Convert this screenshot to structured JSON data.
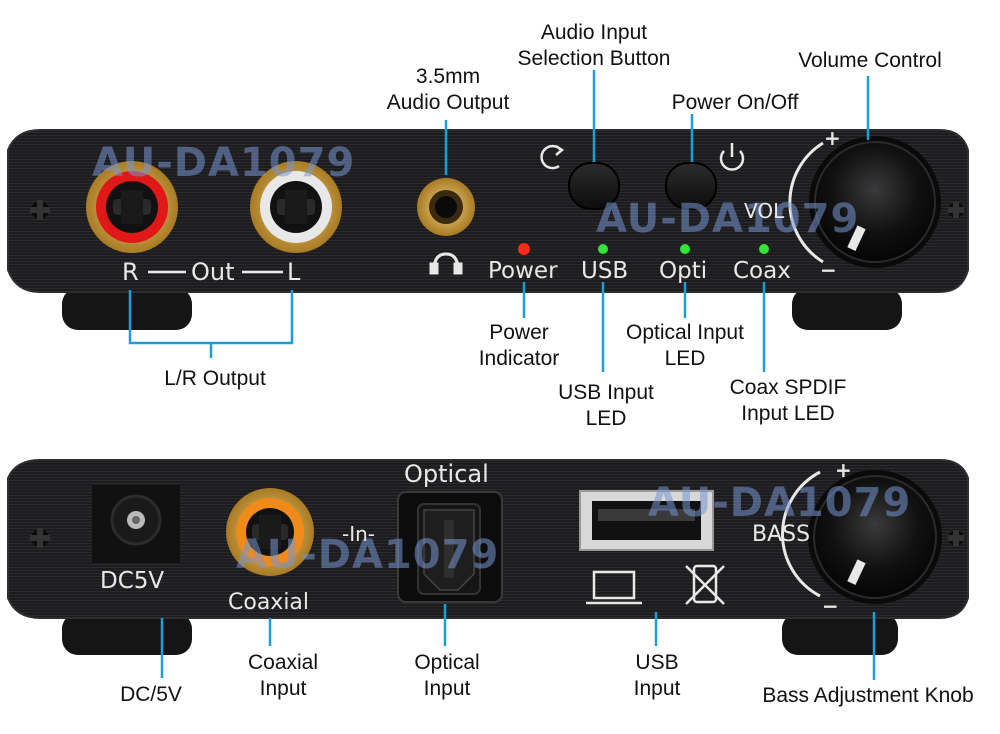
{
  "watermark": "AU-DA1079",
  "front_panel": {
    "callouts": {
      "audio_input_selection": "Audio Input\nSelection Button",
      "volume_control": "Volume Control",
      "audio_out_35": "3.5mm\nAudio Output",
      "power_onoff": "Power On/Off",
      "lr_output": "L/R Output",
      "power_indicator": "Power\nIndicator",
      "optical_input_led": "Optical Input\nLED",
      "usb_input_led": "USB Input\nLED",
      "coax_spdif_led": "Coax SPDIF\nInput LED"
    },
    "panel_labels": {
      "r": "R",
      "out": "Out",
      "l": "L",
      "power": "Power",
      "usb": "USB",
      "opti": "Opti",
      "coax": "Coax",
      "vol": "VOL",
      "plus": "+",
      "minus": "−"
    },
    "led_colors": {
      "power": "#ff2a1a",
      "status": "#35e23a"
    }
  },
  "rear_panel": {
    "callouts": {
      "dc5v": "DC/5V",
      "coaxial_input": "Coaxial\nInput",
      "optical_input": "Optical\nInput",
      "usb_input": "USB\nInput",
      "bass_knob": "Bass Adjustment Knob"
    },
    "panel_labels": {
      "dc5v": "DC5V",
      "coaxial": "Coaxial",
      "optical": "Optical",
      "in": "-In-",
      "bass": "BASS",
      "plus": "+",
      "minus": "−"
    }
  },
  "colors": {
    "leader_line": "#1aa0d8",
    "chassis": "#1b1b1d",
    "gold": "#d8a84a",
    "red_ring": "#e01818"
  }
}
